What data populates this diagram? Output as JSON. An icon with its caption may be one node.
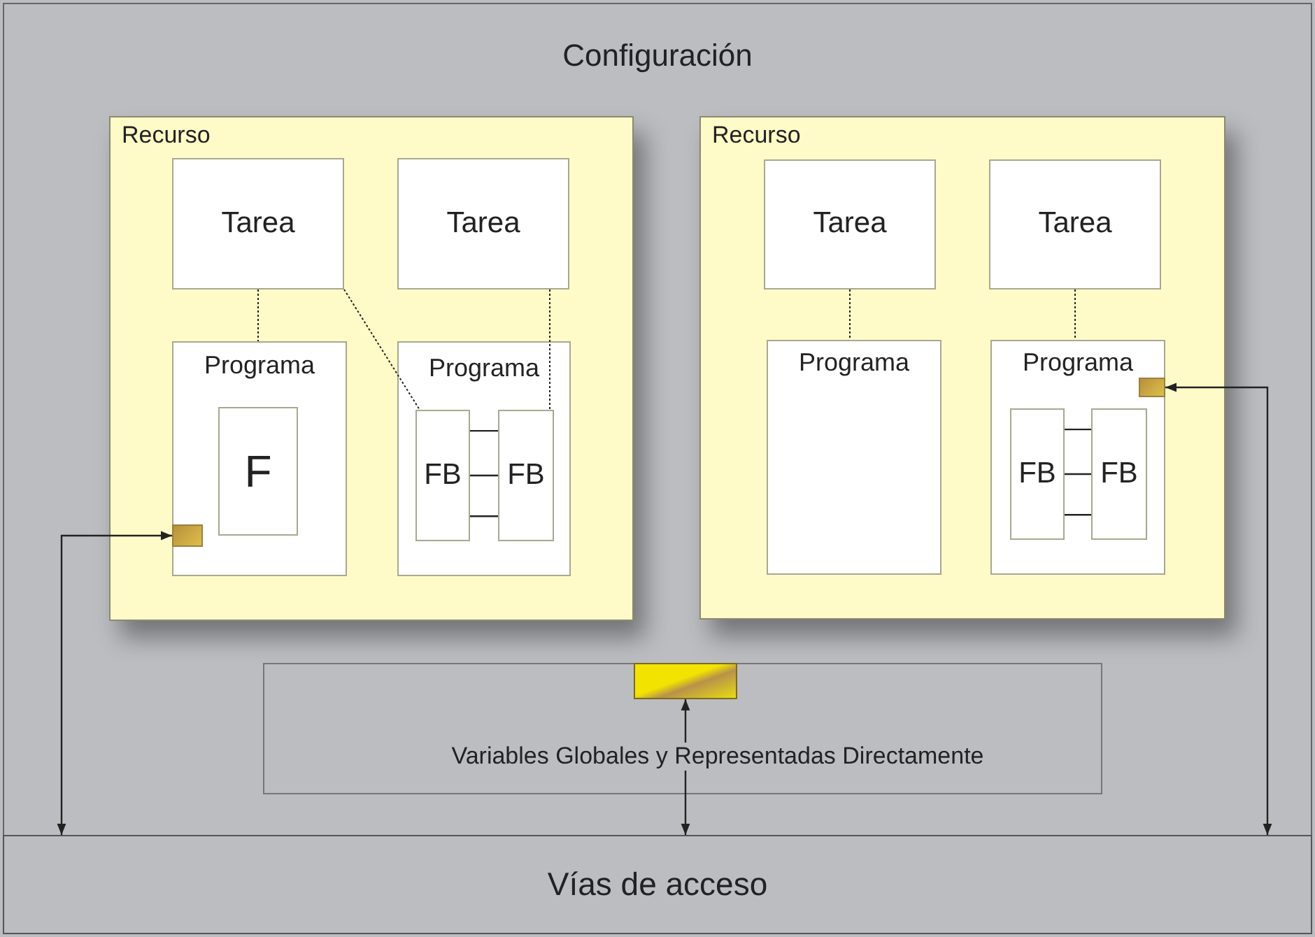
{
  "diagram": {
    "nodes": [
      {
        "text": [
          "Configuración"
        ]
      },
      {
        "text": [
          "Recurso"
        ],
        "in": 0
      },
      {
        "text": [
          "Tarea"
        ],
        "in": 1
      },
      {
        "text": [
          "Tarea"
        ],
        "in": 1
      },
      {
        "text": [
          "Programa"
        ],
        "in": 1
      },
      {
        "text": [
          "F"
        ],
        "in": 4
      },
      {
        "text": [],
        "shape": "box",
        "in": 4
      },
      {
        "text": [
          "Programa"
        ],
        "in": 1
      },
      {
        "text": [
          "FB"
        ],
        "in": 7
      },
      {
        "text": [
          "FB"
        ],
        "in": 7
      },
      {
        "text": [
          "Recurso"
        ],
        "in": 0
      },
      {
        "text": [
          "Tarea"
        ],
        "in": 10
      },
      {
        "text": [
          "Tarea"
        ],
        "in": 10
      },
      {
        "text": [
          "Programa"
        ],
        "in": 10
      },
      {
        "text": [
          "Programa"
        ],
        "in": 10
      },
      {
        "text": [],
        "shape": "box",
        "in": 14
      },
      {
        "text": [
          "FB"
        ],
        "in": 14
      },
      {
        "text": [
          "FB"
        ],
        "in": 14
      },
      {
        "text": [
          "Variables Globales y Representadas Directamente"
        ],
        "in": 0
      },
      {
        "text": [],
        "shape": "box",
        "in": 18
      },
      {
        "text": [
          "Vías de acceso"
        ]
      }
    ],
    "edges": [
      {
        "from": 2,
        "to": 4,
        "arrow": "none",
        "style": "dashed"
      },
      {
        "from": 2,
        "to": 8,
        "arrow": "none",
        "style": "dashed"
      },
      {
        "from": 3,
        "to": 9,
        "arrow": "none",
        "style": "dashed"
      },
      {
        "from": 8,
        "to": 9,
        "arrow": "none"
      },
      {
        "from": 8,
        "to": 9,
        "arrow": "none"
      },
      {
        "from": 8,
        "to": 9,
        "arrow": "none"
      },
      {
        "from": 11,
        "to": 13,
        "arrow": "none",
        "style": "dashed"
      },
      {
        "from": 12,
        "to": 14,
        "arrow": "none",
        "style": "dashed"
      },
      {
        "from": 16,
        "to": 17,
        "arrow": "none"
      },
      {
        "from": 16,
        "to": 17,
        "arrow": "none"
      },
      {
        "from": 16,
        "to": 17,
        "arrow": "none"
      },
      {
        "from": 6,
        "to": 20,
        "arrow": "both"
      },
      {
        "from": 15,
        "to": 20,
        "arrow": "both"
      },
      {
        "from": 19,
        "to": 20,
        "arrow": "both"
      }
    ]
  }
}
